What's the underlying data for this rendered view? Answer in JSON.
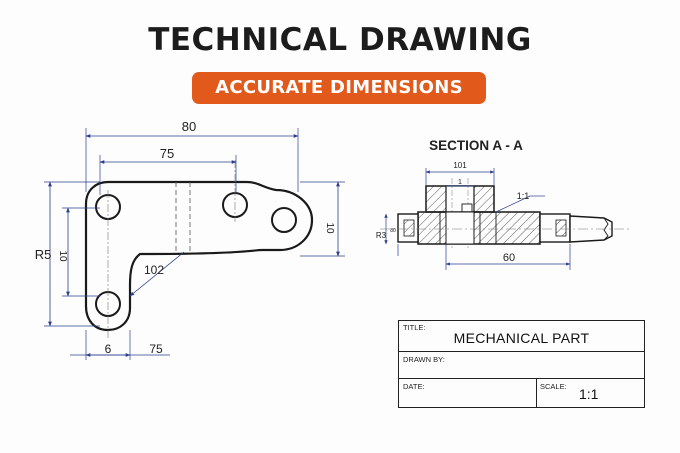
{
  "header": {
    "title": "TECHNICAL DRAWING",
    "badge": "ACCURATE DIMENSIONS"
  },
  "colors": {
    "accent": "#e2591c",
    "ink": "#222222",
    "dim_blue": "#2b3f8f"
  },
  "plan_view": {
    "dims": {
      "overall_width": "80",
      "hole_spacing": "75",
      "left_radius": "R5",
      "left_height": "10",
      "right_height": "10",
      "diagonal": "102",
      "bottom_left": "6",
      "bottom_right": "75"
    }
  },
  "section_view": {
    "title": "SECTION A - A",
    "dims": {
      "top_width": "101",
      "top_small": "1",
      "ratio": "1:1",
      "radius": "R3",
      "small": "80",
      "length": "60"
    }
  },
  "title_block": {
    "title_label": "TITLE:",
    "title_value": "MECHANICAL PART",
    "drawn_label": "DRAWN BY:",
    "date_label": "DATE:",
    "scale_label": "SCALE:",
    "scale_value": "1:1"
  }
}
